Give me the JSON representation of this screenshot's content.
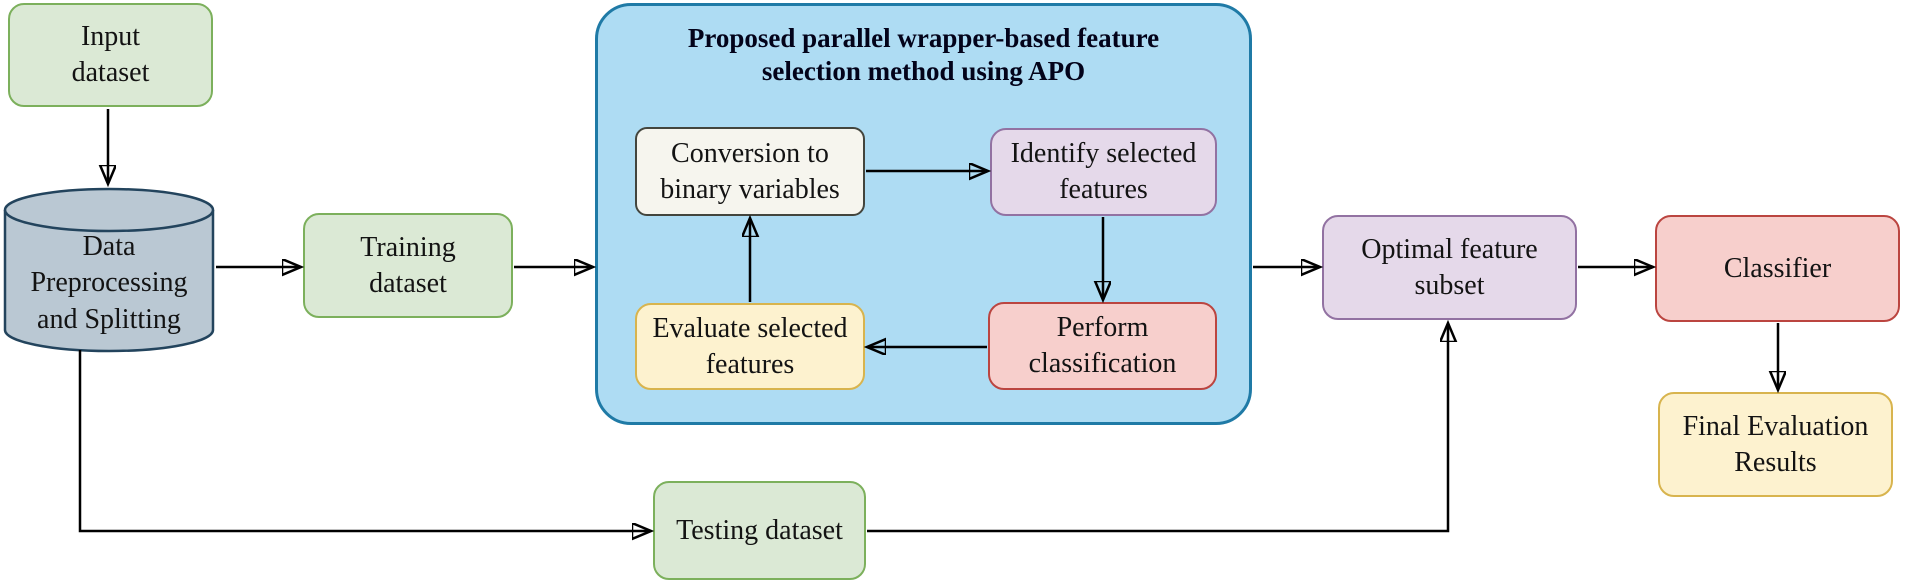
{
  "diagram": {
    "container": {
      "title": "Proposed parallel wrapper-based feature\nselection method using APO"
    },
    "nodes": {
      "input_dataset": {
        "label": "Input\ndataset",
        "type": "dataset",
        "color": "green"
      },
      "data_preprocessing": {
        "label": "Data\nPreprocessing\nand Splitting",
        "type": "database",
        "color": "blue-gray"
      },
      "training_dataset": {
        "label": "Training\ndataset",
        "type": "dataset",
        "color": "green"
      },
      "conversion": {
        "label": "Conversion to\nbinary variables",
        "type": "process",
        "color": "cream"
      },
      "identify": {
        "label": "Identify selected\nfeatures",
        "type": "process",
        "color": "purple"
      },
      "perform": {
        "label": "Perform\nclassification",
        "type": "process",
        "color": "red"
      },
      "evaluate": {
        "label": "Evaluate selected\nfeatures",
        "type": "process",
        "color": "yellow"
      },
      "optimal_subset": {
        "label": "Optimal feature\nsubset",
        "type": "process",
        "color": "purple"
      },
      "classifier": {
        "label": "Classifier",
        "type": "process",
        "color": "red"
      },
      "final_results": {
        "label": "Final Evaluation\nResults",
        "type": "output",
        "color": "yellow"
      },
      "testing_dataset": {
        "label": "Testing dataset",
        "type": "dataset",
        "color": "green"
      }
    },
    "colors": {
      "green_fill": "#dbe9d5",
      "green_border": "#7cb05c",
      "purple_fill": "#e5d9ea",
      "purple_border": "#9272a2",
      "red_fill": "#f7cfcc",
      "red_border": "#bb4540",
      "yellow_fill": "#fdf2cf",
      "yellow_border": "#d8b44e",
      "cream_fill": "#f6f5ee",
      "cream_border": "#43453d",
      "container_fill": "#aedcf3",
      "container_border": "#1f7aa6",
      "cylinder_fill": "#bac8d3",
      "cylinder_border": "#23445d",
      "arrow": "#000000"
    }
  }
}
